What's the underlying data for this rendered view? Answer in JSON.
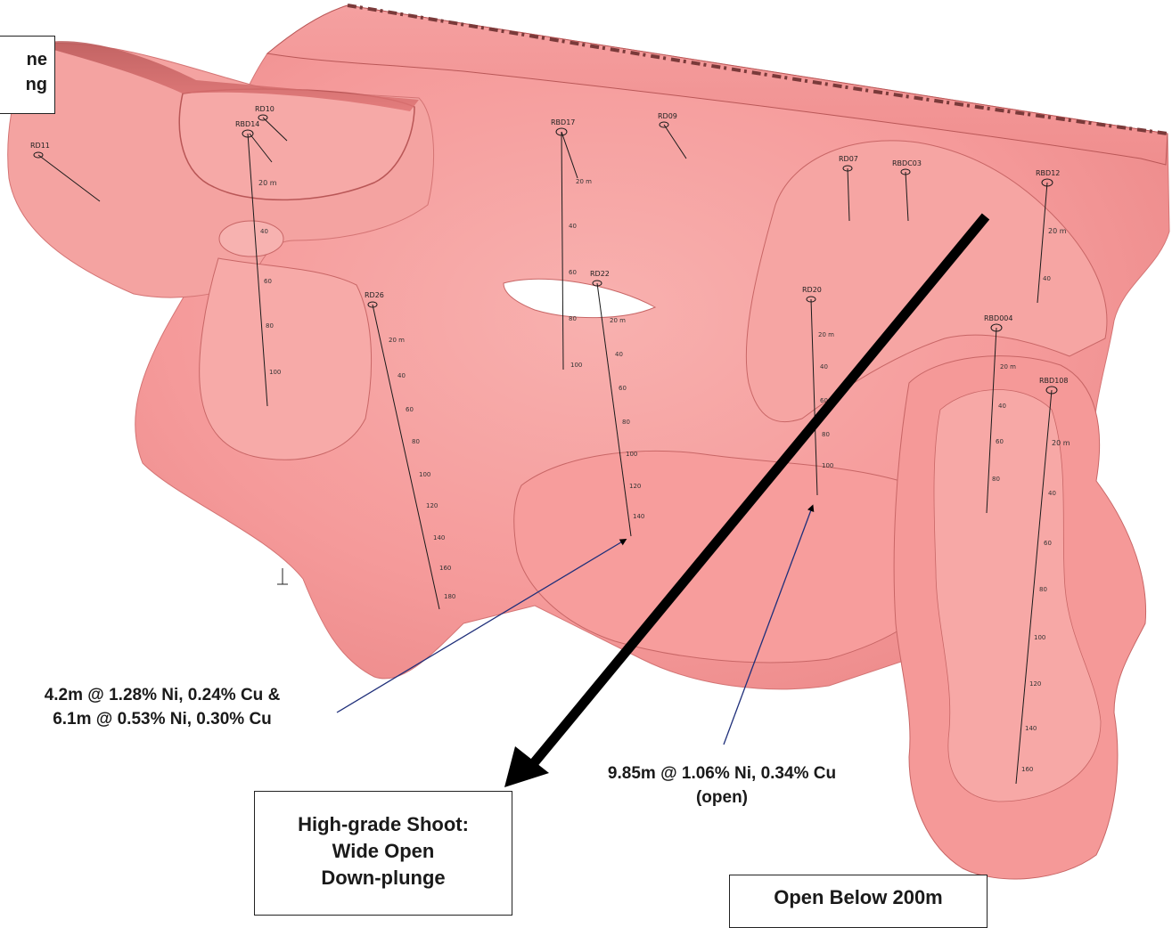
{
  "colors": {
    "surface": "#f59a9a",
    "surface_light": "#f7b0ae",
    "surface_dark": "#e57e7e",
    "rim": "#b95757",
    "cap": "#d86c6c",
    "drill_trace": "#1a1a1a",
    "leader_line": "#1f2f7a",
    "arrow": "#000000"
  },
  "labels": {
    "top_left_line1": "ne",
    "top_left_line2": "ng",
    "intercept_a_line1": "4.2m @ 1.28% Ni, 0.24% Cu &",
    "intercept_a_line2": "6.1m @ 0.53% Ni, 0.30% Cu",
    "intercept_b_line1": "9.85m @ 1.06% Ni, 0.34% Cu",
    "intercept_b_line2": "(open)",
    "shoot_line1": "High-grade Shoot:",
    "shoot_line2": "Wide Open",
    "shoot_line3": "Down-plunge",
    "open_below": "Open Below 200m"
  },
  "drillholes": [
    {
      "name": "RD11",
      "icon": "ellipse-collar"
    },
    {
      "name": "RD10",
      "icon": "ellipse-collar"
    },
    {
      "name": "RBD14",
      "icon": "ellipse-collar"
    },
    {
      "name": "RBD17",
      "icon": "ellipse-collar"
    },
    {
      "name": "RD09",
      "icon": "ellipse-collar"
    },
    {
      "name": "RD07",
      "icon": "ellipse-collar"
    },
    {
      "name": "RBDC03",
      "icon": "ellipse-collar"
    },
    {
      "name": "RBD12",
      "icon": "ellipse-collar"
    },
    {
      "name": "RD26",
      "icon": "ellipse-collar"
    },
    {
      "name": "RD22",
      "icon": "ellipse-collar"
    },
    {
      "name": "RD20",
      "icon": "ellipse-collar"
    },
    {
      "name": "RBD004",
      "icon": "ellipse-collar"
    },
    {
      "name": "RBD108",
      "icon": "ellipse-collar"
    }
  ],
  "depth_ticks": {
    "d20": "20 m",
    "d40": "40",
    "d60": "60",
    "d80": "80",
    "d100": "100",
    "d120": "120",
    "d140": "140",
    "d160": "160",
    "d180": "180"
  }
}
